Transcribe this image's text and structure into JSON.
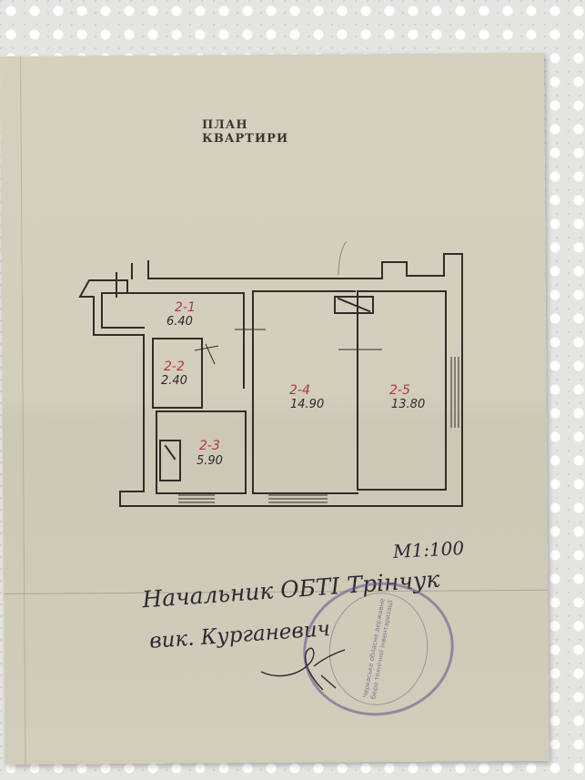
{
  "document": {
    "title": "ПЛАН КВАРТИРИ",
    "scale": "М1:100",
    "chief_line": "Начальник ОБТІ  Трінчук",
    "acting_line": "вик. Курганевич",
    "stamp_text": "Черкаське обласне державне бюро технічної інвентаризації",
    "colors": {
      "paper": "#d3cdbb",
      "ink": "#2b2a33",
      "red_pencil": "#b0374a",
      "stamp": "#5f508c"
    }
  },
  "rooms": [
    {
      "id": "2-1",
      "area": "6.40"
    },
    {
      "id": "2-2",
      "area": "2.40"
    },
    {
      "id": "2-3",
      "area": "5.90"
    },
    {
      "id": "2-4",
      "area": "14.90"
    },
    {
      "id": "2-5",
      "area": "13.80"
    }
  ]
}
